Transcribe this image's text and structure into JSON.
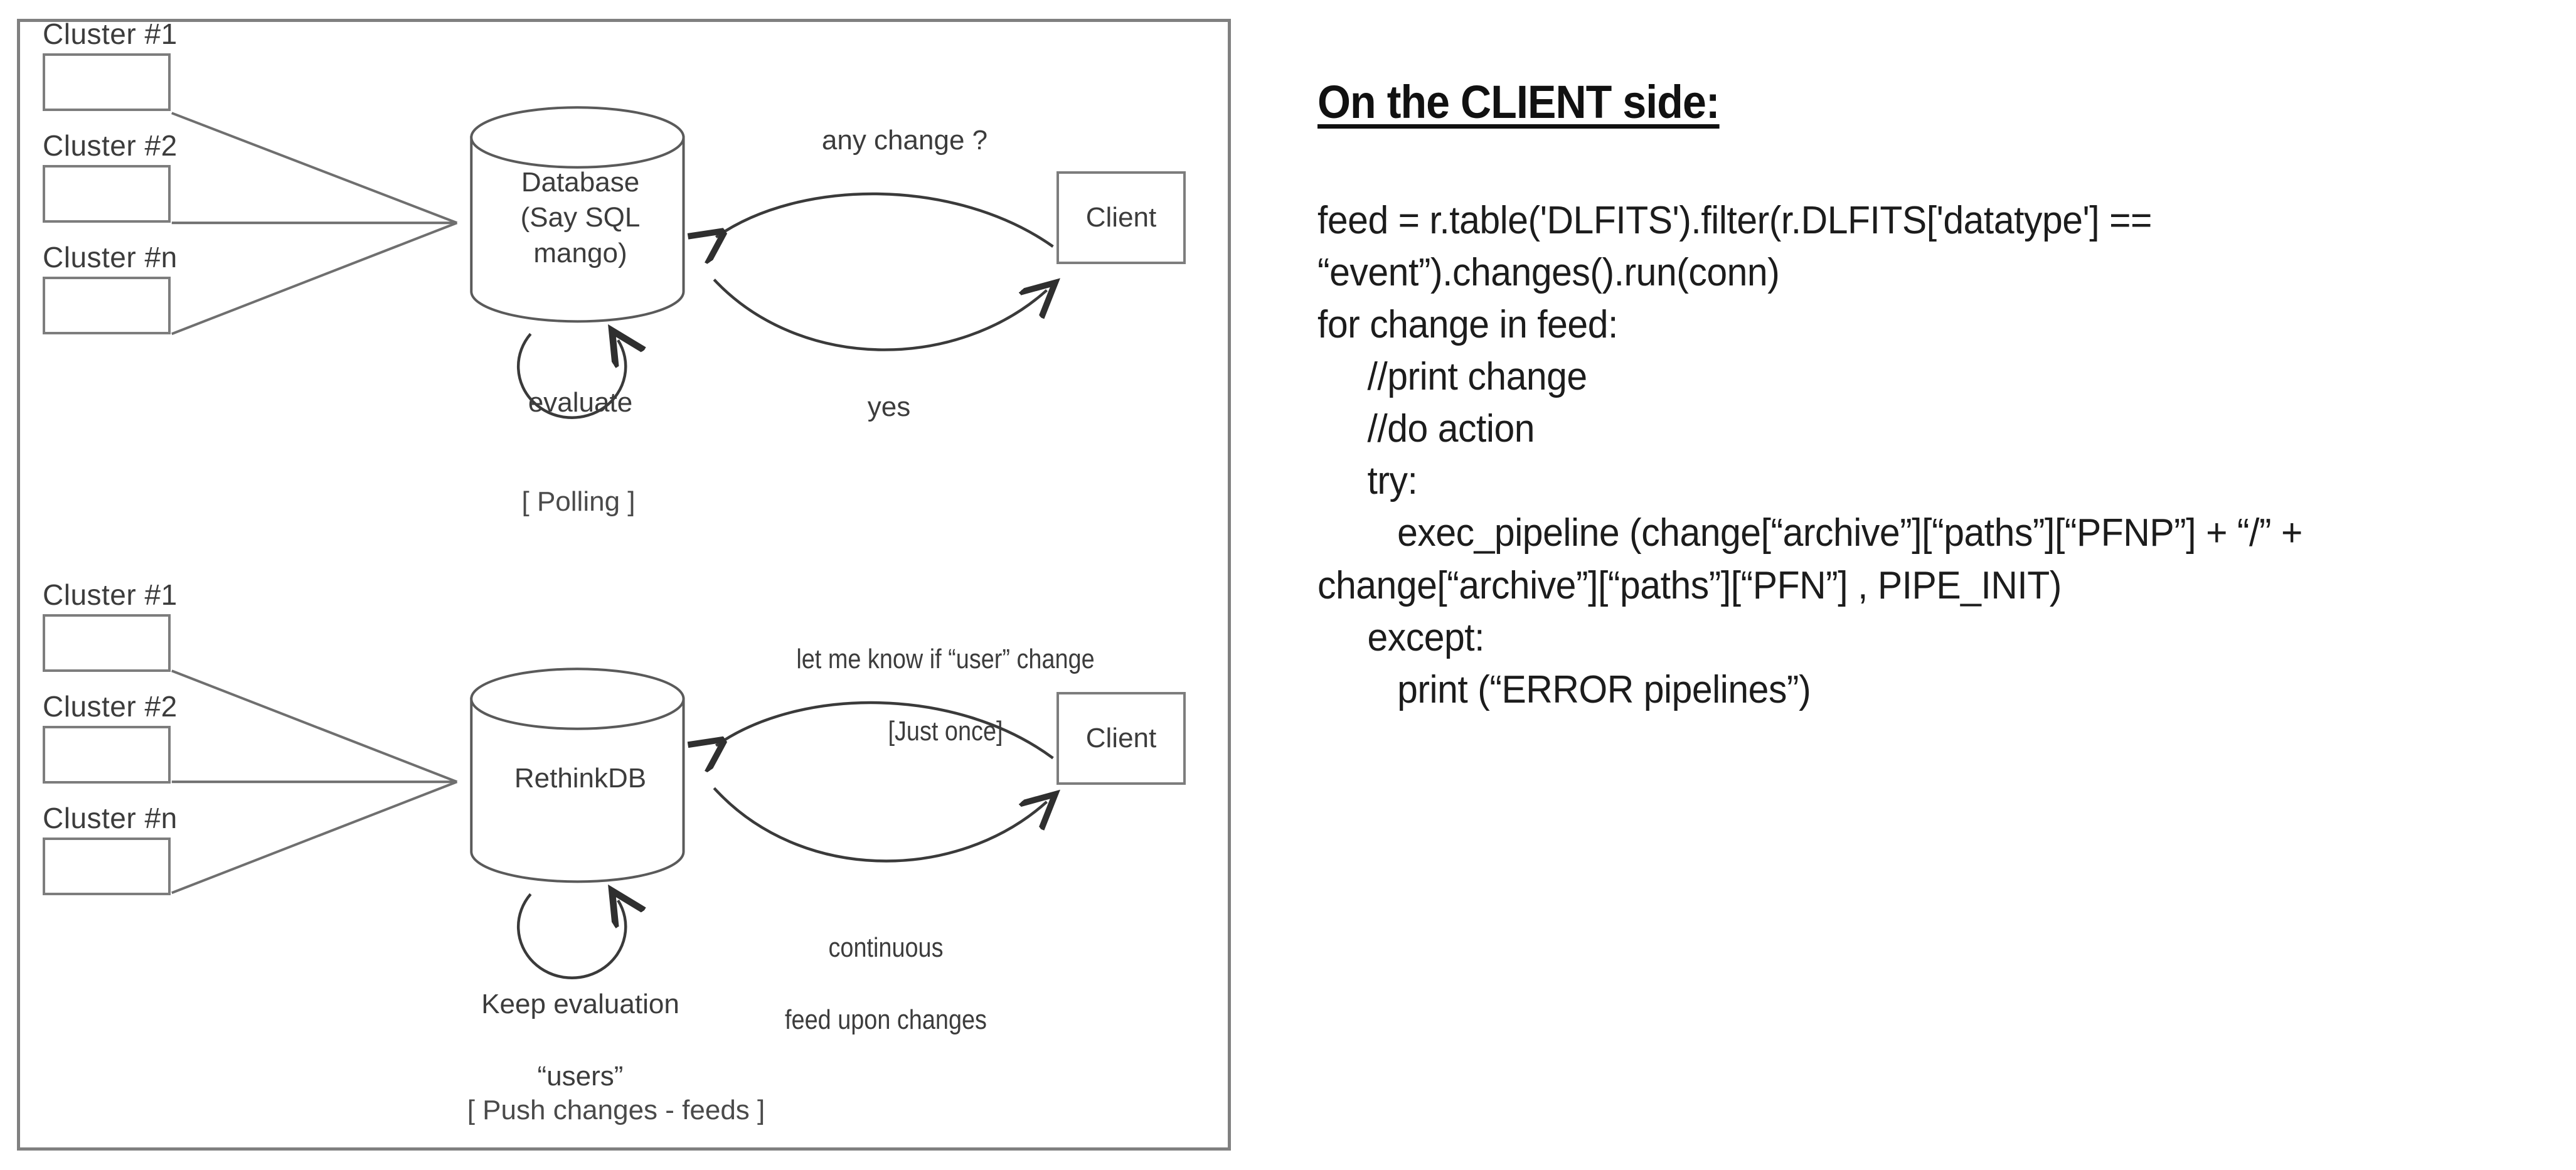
{
  "diagram": {
    "top_section": {
      "clusters": [
        {
          "label": "Cluster #1"
        },
        {
          "label": "Cluster #2"
        },
        {
          "label": "Cluster #n"
        }
      ],
      "database_label": "Database\n(Say SQL\nmango)",
      "database_line1": "Database",
      "database_line2": "(Say SQL",
      "database_line3": "mango)",
      "self_loop_label": "evaluate",
      "request_label": "any change ?",
      "response_label": "yes",
      "client_label": "Client",
      "caption": "[ Polling ]"
    },
    "bottom_section": {
      "clusters": [
        {
          "label": "Cluster #1"
        },
        {
          "label": "Cluster #2"
        },
        {
          "label": "Cluster #n"
        }
      ],
      "database_label": "RethinkDB",
      "self_loop_line1": "Keep evaluation",
      "self_loop_line2": "“users”",
      "request_line1": "let me know if “user” change",
      "request_line2": "[Just once]",
      "response_line1": "continuous",
      "response_line2": "feed upon changes",
      "client_label": "Client",
      "caption": "[ Push changes - feeds ]"
    }
  },
  "code_panel": {
    "heading": "On the CLIENT side:",
    "lines": [
      "feed = r.table('DLFITS').filter(r.DLFITS['datatype'] ==",
      "“event”).changes().run(conn)",
      "for change in feed:",
      "     //print change",
      "     //do action",
      "     try:",
      "        exec_pipeline (change[“archive”][“paths”][“PFNP”] + “/” +",
      "change[“archive”][“paths”][“PFN”] , PIPE_INIT)",
      "     except:",
      "        print (“ERROR pipelines”)"
    ]
  },
  "colors": {
    "stroke": "#7d7d7d",
    "text": "#3c3c3c",
    "code_text": "#1c1c1c",
    "background": "#ffffff"
  }
}
